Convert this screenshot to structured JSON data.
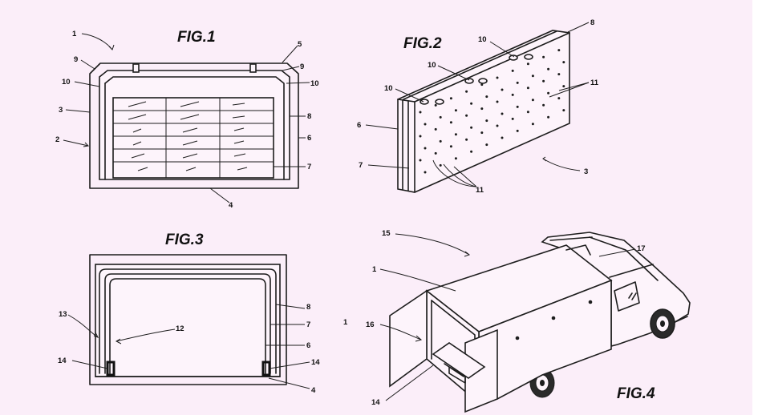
{
  "figures": {
    "fig1": {
      "title": "FIG.1",
      "labels": {
        "a": "1",
        "b": "5",
        "c": "9",
        "d": "9",
        "e": "10",
        "f": "10",
        "g": "3",
        "h": "8",
        "i": "2",
        "j": "6",
        "k": "7",
        "l": "4"
      }
    },
    "fig2": {
      "title": "FIG.2",
      "labels": {
        "a": "8",
        "b": "10",
        "c": "10",
        "d": "10",
        "e": "11",
        "f": "6",
        "g": "7",
        "h": "11",
        "i": "3"
      }
    },
    "fig3": {
      "title": "FIG.3",
      "labels": {
        "a": "8",
        "b": "13",
        "c": "12",
        "d": "7",
        "e": "6",
        "f": "14",
        "g": "14",
        "h": "4",
        "i": "1"
      }
    },
    "fig4": {
      "title": "FIG.4",
      "labels": {
        "a": "15",
        "b": "17",
        "c": "1",
        "d": "16",
        "e": "14"
      }
    }
  },
  "colors": {
    "background": "#fbeef9",
    "ink": "#1d1d1d"
  }
}
